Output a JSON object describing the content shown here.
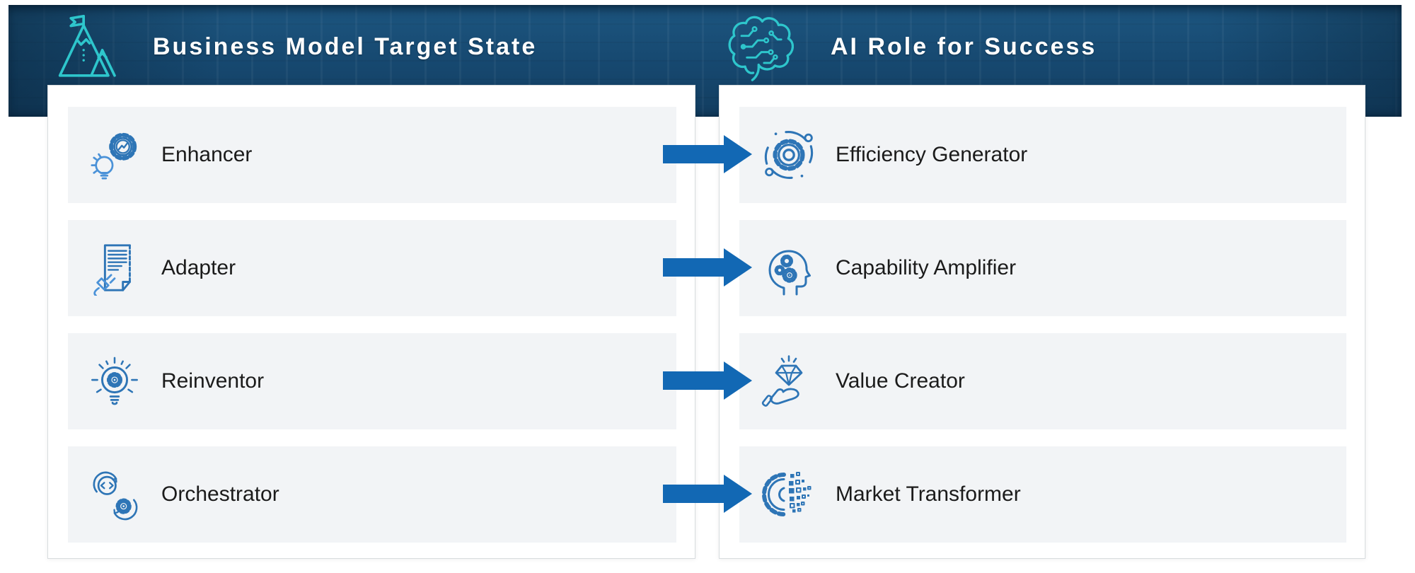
{
  "slide": {
    "header": {
      "left": {
        "icon": "mountain-flag-icon",
        "title": "Business Model Target State"
      },
      "right": {
        "icon": "brain-circuit-icon",
        "title": "AI Role for Success"
      }
    },
    "left_panel": {
      "name": "Business Model Target State",
      "items": [
        {
          "icon": "idea-gear-chart-icon",
          "label": "Enhancer"
        },
        {
          "icon": "document-plug-icon",
          "label": "Adapter"
        },
        {
          "icon": "bulb-gear-icon",
          "label": "Reinventor"
        },
        {
          "icon": "code-gear-sync-icon",
          "label": "Orchestrator"
        }
      ]
    },
    "right_panel": {
      "name": "AI Role for Success",
      "items": [
        {
          "icon": "gear-orbit-icon",
          "label": "Efficiency Generator"
        },
        {
          "icon": "head-gears-icon",
          "label": "Capability Amplifier"
        },
        {
          "icon": "hand-diamond-icon",
          "label": "Value Creator"
        },
        {
          "icon": "gear-pixels-icon",
          "label": "Market Transformer"
        }
      ]
    },
    "arrows_count": 4,
    "colors": {
      "banner_navy": "#174A72",
      "accent_teal": "#2EC6CC",
      "icon_blue": "#2E75B6",
      "icon_blue_light": "#4B92D8",
      "arrow_blue": "#1268B4",
      "row_bg": "#F2F4F6",
      "card_bg": "#FFFFFF",
      "text_dark": "#1B1B1B",
      "header_text": "#FFFFFF"
    }
  }
}
